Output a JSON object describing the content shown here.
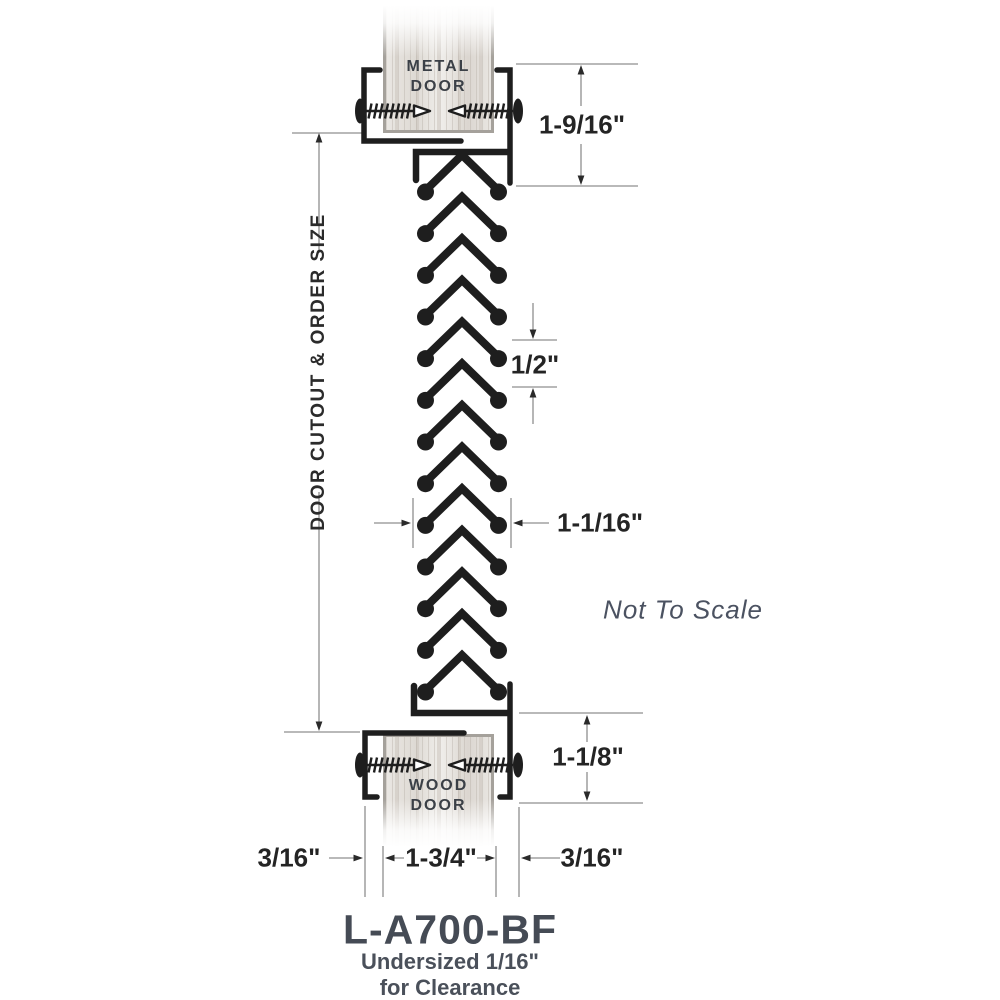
{
  "diagram": {
    "top_door": {
      "line1": "METAL",
      "line2": "DOOR"
    },
    "bottom_door": {
      "line1": "WOOD",
      "line2": "DOOR"
    },
    "left_dimension_label": "DOOR CUTOUT & ORDER SIZE",
    "note": "Not To Scale",
    "dimensions": {
      "metal_frame_depth": "1-9/16\"",
      "blade_spacing": "1/2\"",
      "blade_width": "1-1/16\"",
      "wood_frame_depth": "1-1/8\"",
      "left_gap": "3/16\"",
      "door_thickness": "1-3/4\"",
      "right_gap": "3/16\""
    },
    "louver": {
      "blade_count": 13
    },
    "title": "L-A700-BF",
    "subtitle_line1": "Undersized 1/16\"",
    "subtitle_line2": "for Clearance",
    "colors": {
      "line": "#1e1e1e",
      "dimension_line": "#8f8f8f",
      "arrow": "#2a2a2a",
      "door_border": "#a5a19b",
      "title_text": "#454b55"
    }
  }
}
